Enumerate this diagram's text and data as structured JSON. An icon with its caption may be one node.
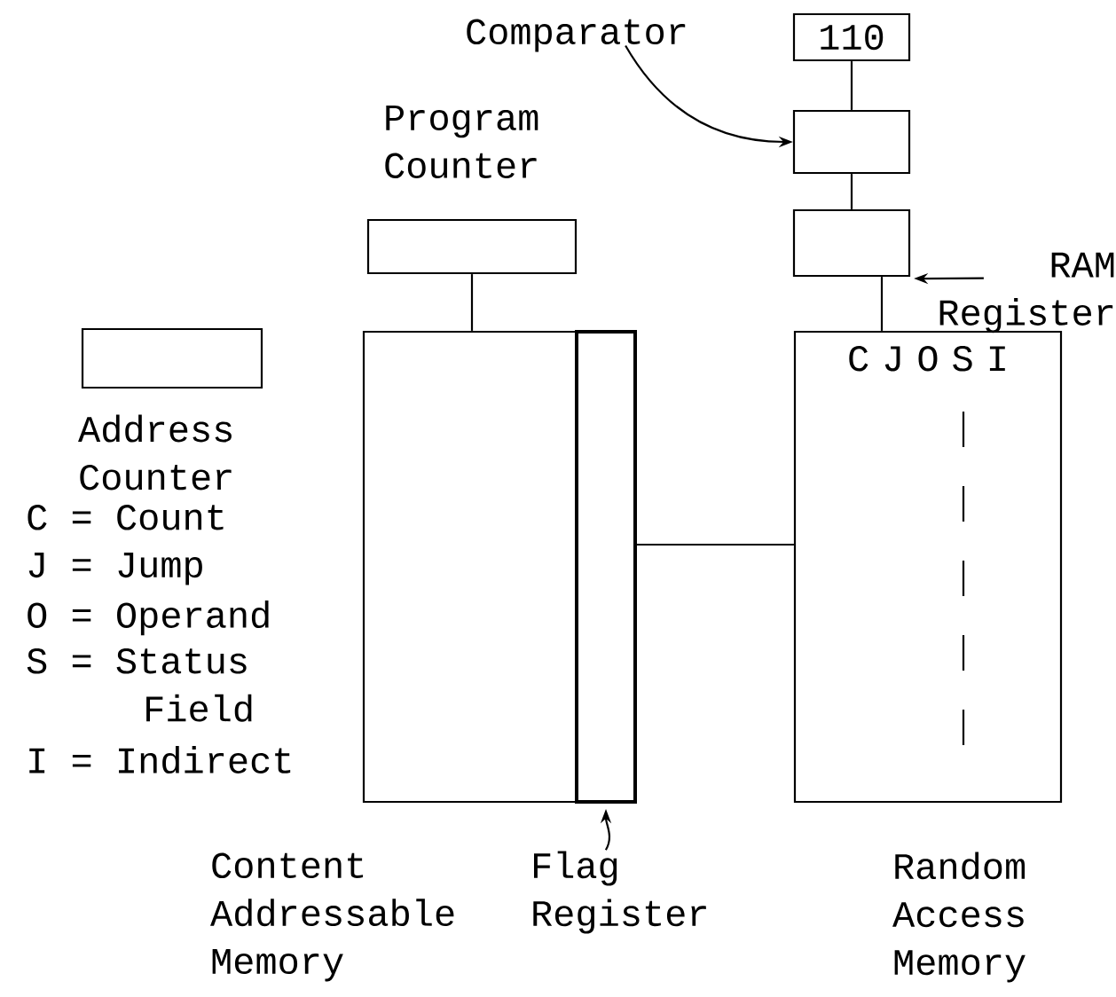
{
  "diagram": {
    "nodes": [
      {
        "text": [
          "Comparator"
        ]
      },
      {
        "text": [
          "110"
        ]
      },
      {
        "text": [],
        "shape": "box"
      },
      {
        "text": [],
        "shape": "box"
      },
      {
        "text": [
          "RAM Register"
        ]
      },
      {
        "text": [],
        "shape": "box",
        "beside": [
          "Program Counter"
        ]
      },
      {
        "text": [],
        "shape": "box",
        "beside": [
          "Address Counter"
        ]
      },
      {
        "text": [],
        "shape": "box",
        "beside": [
          "Content Addressable Memory"
        ]
      },
      {
        "text": [],
        "shape": "bar",
        "in": 7
      },
      {
        "text": [
          "Flag Register"
        ]
      },
      {
        "text": [
          "C J O S I"
        ],
        "beside": [
          "Random Access Memory"
        ]
      }
    ],
    "edges": [
      {
        "from": 0,
        "to": 2,
        "arrow": "to"
      },
      {
        "from": 1,
        "to": 2,
        "arrow": "none"
      },
      {
        "from": 2,
        "to": 3,
        "arrow": "none"
      },
      {
        "from": 4,
        "to": 3,
        "arrow": "to"
      },
      {
        "from": 3,
        "to": 10,
        "arrow": "none"
      },
      {
        "from": 5,
        "to": 7,
        "arrow": "none"
      },
      {
        "from": 8,
        "to": 10,
        "arrow": "none"
      },
      {
        "from": 9,
        "to": 8,
        "arrow": "to"
      }
    ],
    "labels": [
      "C = Count",
      "J = Jump",
      "O = Operand",
      "S = Status Field",
      "I = Indirect"
    ]
  }
}
